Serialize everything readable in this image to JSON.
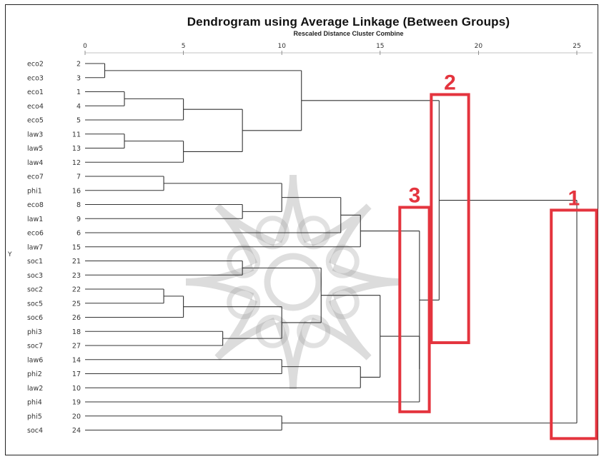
{
  "title": "Dendrogram using Average Linkage (Between Groups)",
  "subtitle": "Rescaled Distance Cluster Combine",
  "y_label": "Y",
  "axis_ticks": [
    0,
    5,
    10,
    15,
    20,
    25
  ],
  "leaves": [
    {
      "label": "eco2",
      "id": "2"
    },
    {
      "label": "eco3",
      "id": "3"
    },
    {
      "label": "eco1",
      "id": "1"
    },
    {
      "label": "eco4",
      "id": "4"
    },
    {
      "label": "eco5",
      "id": "5"
    },
    {
      "label": "law3",
      "id": "11"
    },
    {
      "label": "law5",
      "id": "13"
    },
    {
      "label": "law4",
      "id": "12"
    },
    {
      "label": "eco7",
      "id": "7"
    },
    {
      "label": "phi1",
      "id": "16"
    },
    {
      "label": "eco8",
      "id": "8"
    },
    {
      "label": "law1",
      "id": "9"
    },
    {
      "label": "eco6",
      "id": "6"
    },
    {
      "label": "law7",
      "id": "15"
    },
    {
      "label": "soc1",
      "id": "21"
    },
    {
      "label": "soc3",
      "id": "23"
    },
    {
      "label": "soc2",
      "id": "22"
    },
    {
      "label": "soc5",
      "id": "25"
    },
    {
      "label": "soc6",
      "id": "26"
    },
    {
      "label": "phi3",
      "id": "18"
    },
    {
      "label": "soc7",
      "id": "27"
    },
    {
      "label": "law6",
      "id": "14"
    },
    {
      "label": "phi2",
      "id": "17"
    },
    {
      "label": "law2",
      "id": "10"
    },
    {
      "label": "phi4",
      "id": "19"
    },
    {
      "label": "phi5",
      "id": "20"
    },
    {
      "label": "soc4",
      "id": "24"
    }
  ],
  "merges": [
    {
      "id": "m1",
      "children": [
        "L0",
        "L1"
      ],
      "d": 1
    },
    {
      "id": "m2",
      "children": [
        "L2",
        "L3"
      ],
      "d": 2
    },
    {
      "id": "m3",
      "children": [
        "m2",
        "L4"
      ],
      "d": 5
    },
    {
      "id": "m4",
      "children": [
        "L5",
        "L6"
      ],
      "d": 2
    },
    {
      "id": "m5",
      "children": [
        "m4",
        "L7"
      ],
      "d": 5
    },
    {
      "id": "m6",
      "children": [
        "m3",
        "m5"
      ],
      "d": 8
    },
    {
      "id": "m7",
      "children": [
        "m1",
        "m6"
      ],
      "d": 11
    },
    {
      "id": "m8",
      "children": [
        "L8",
        "L9"
      ],
      "d": 4
    },
    {
      "id": "m9",
      "children": [
        "L10",
        "L11"
      ],
      "d": 8
    },
    {
      "id": "m10",
      "children": [
        "m8",
        "m9"
      ],
      "d": 10
    },
    {
      "id": "m11",
      "children": [
        "m10",
        "L12"
      ],
      "d": 13
    },
    {
      "id": "m12",
      "children": [
        "m11",
        "L13"
      ],
      "d": 14
    },
    {
      "id": "m13",
      "children": [
        "L14",
        "L15"
      ],
      "d": 8
    },
    {
      "id": "m14",
      "children": [
        "L16",
        "L17"
      ],
      "d": 4
    },
    {
      "id": "m15",
      "children": [
        "m14",
        "L18"
      ],
      "d": 5
    },
    {
      "id": "m16",
      "children": [
        "L19",
        "L20"
      ],
      "d": 7
    },
    {
      "id": "m17",
      "children": [
        "m15",
        "m16"
      ],
      "d": 10
    },
    {
      "id": "m18",
      "children": [
        "m13",
        "m17"
      ],
      "d": 12
    },
    {
      "id": "m19",
      "children": [
        "L21",
        "L22"
      ],
      "d": 10
    },
    {
      "id": "m20",
      "children": [
        "m19",
        "L23"
      ],
      "d": 14
    },
    {
      "id": "m21",
      "children": [
        "m18",
        "m20"
      ],
      "d": 15
    },
    {
      "id": "m22",
      "children": [
        "m21",
        "L24"
      ],
      "d": 17
    },
    {
      "id": "m23",
      "children": [
        "m12",
        "m22"
      ],
      "d": 17
    },
    {
      "id": "m24",
      "children": [
        "m7",
        "m23"
      ],
      "d": 18
    },
    {
      "id": "m25",
      "children": [
        "L25",
        "L26"
      ],
      "d": 10
    },
    {
      "id": "m26",
      "children": [
        "m24",
        "m25"
      ],
      "d": 25
    }
  ],
  "highlights": [
    {
      "label": "1",
      "color": "#e4343e",
      "from_d": 23.7,
      "to_d": 26.0,
      "row_from": 10.4,
      "row_to": 26.6
    },
    {
      "label": "2",
      "color": "#e4343e",
      "from_d": 17.6,
      "to_d": 19.5,
      "row_from": 2.2,
      "row_to": 19.8
    },
    {
      "label": "3",
      "color": "#e4343e",
      "from_d": 16.0,
      "to_d": 17.5,
      "row_from": 10.2,
      "row_to": 24.7
    }
  ],
  "colors": {
    "line": "#333333",
    "highlight": "#e4343e",
    "watermark": "#9a9a9a"
  }
}
